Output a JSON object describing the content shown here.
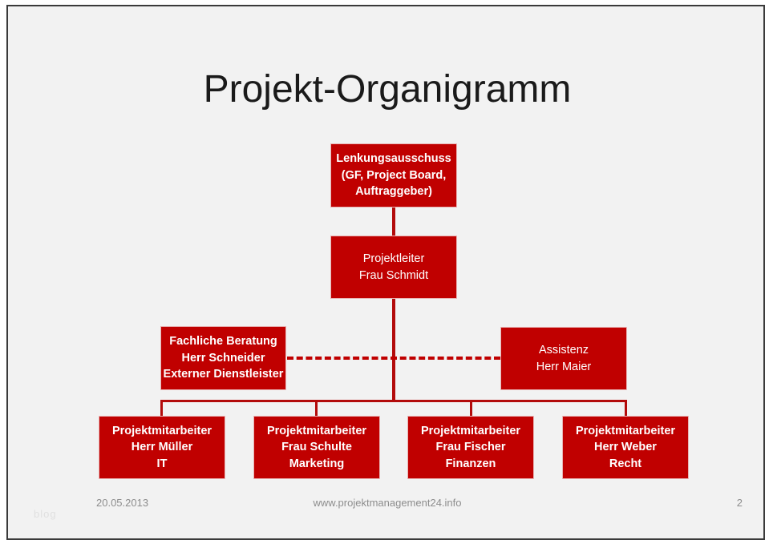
{
  "slide": {
    "title": "Projekt-Organigramm",
    "accent_color": "#c00000",
    "connector_color": "#b30b0b",
    "background_color": "#f2f2f2",
    "border_color": "#3a3a3a",
    "text_color": "#ffffff"
  },
  "org": {
    "steering": {
      "line1": "Lenkungsausschuss",
      "line2": "(GF, Project Board,",
      "line3": "Auftraggeber)"
    },
    "leader": {
      "line1": "Projektleiter",
      "line2": "Frau Schmidt"
    },
    "consulting": {
      "line1": "Fachliche Beratung",
      "line2": "Herr Schneider",
      "line3": "Externer Dienstleister"
    },
    "assistance": {
      "line1": "Assistenz",
      "line2": "Herr Maier"
    },
    "members": [
      {
        "role": "Projektmitarbeiter",
        "name": "Herr Müller",
        "dept": "IT"
      },
      {
        "role": "Projektmitarbeiter",
        "name": "Frau Schulte",
        "dept": "Marketing"
      },
      {
        "role": "Projektmitarbeiter",
        "name": "Frau Fischer",
        "dept": "Finanzen"
      },
      {
        "role": "Projektmitarbeiter",
        "name": "Herr Weber",
        "dept": "Recht"
      }
    ]
  },
  "footer": {
    "date": "20.05.2013",
    "url": "www.projektmanagement24.info",
    "page_number": "2",
    "watermark": "blog"
  }
}
